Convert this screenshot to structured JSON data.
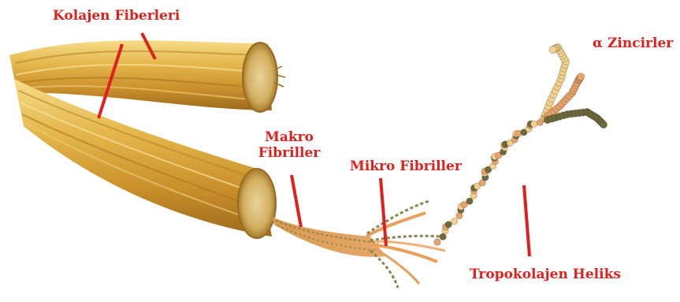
{
  "labels": {
    "kolajen_fiberleri": "Kolajen Fiberleri",
    "alfa_zincirler": "α Zincirler",
    "makro_line1": "Makro",
    "makro_line2": "Fibriller",
    "mikro_fibriller": "Mikro Fibriller",
    "tropokolajen_heliks": "Tropokolajen Heliks"
  },
  "colors": {
    "label_text": "#e0201c",
    "leader_line": "#e0201c",
    "fiber_light": "#f1d27a",
    "fiber_mid": "#d9a93a",
    "fiber_dark": "#9a6a1c",
    "microfibril_orange": "#e8a05a",
    "microfibril_olive": "#8a8450",
    "chain_orange": "#e9a36a",
    "chain_olive": "#6f6a3c",
    "chain_light": "#f0d08a"
  }
}
